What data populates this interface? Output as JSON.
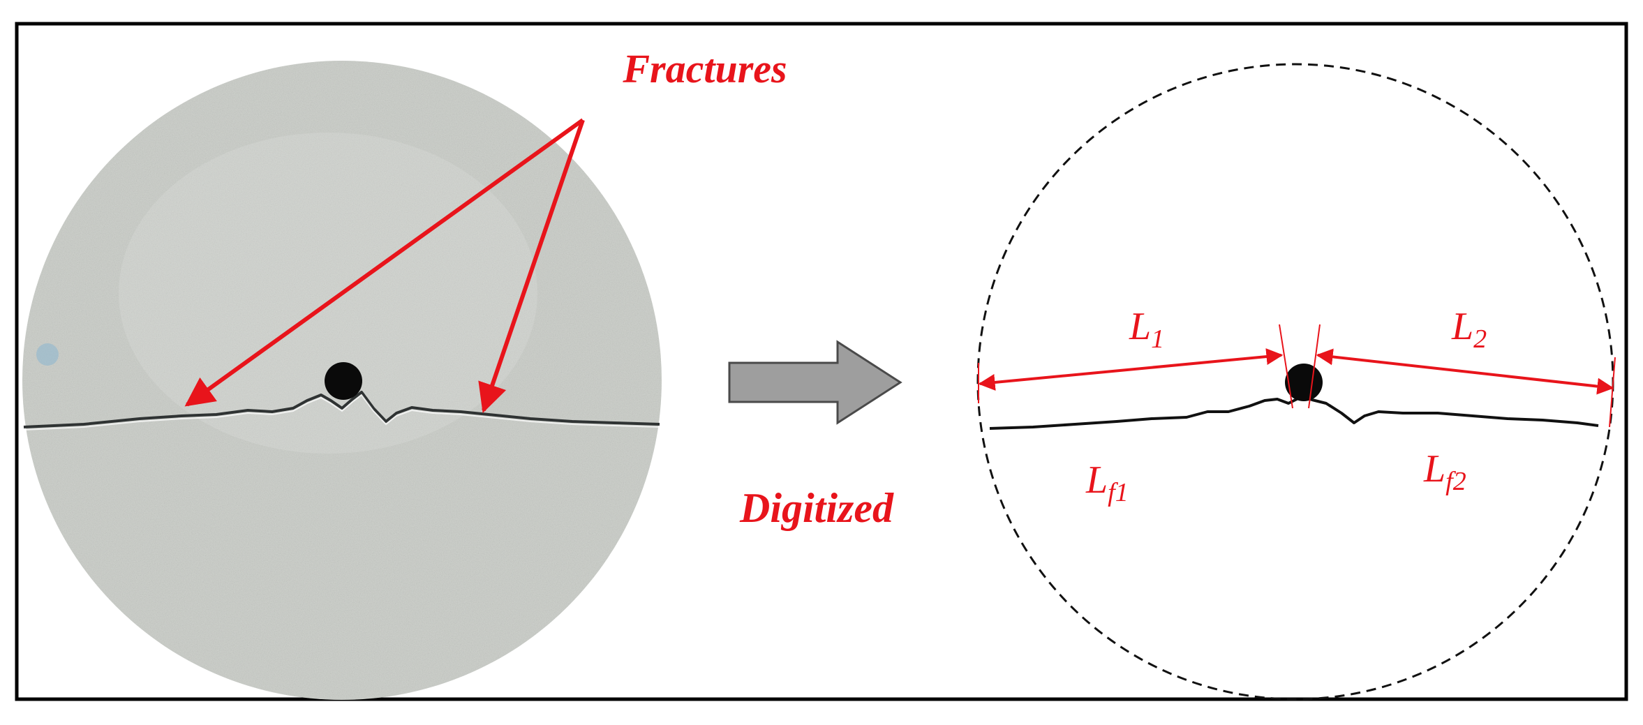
{
  "labels": {
    "fractures": "Fractures",
    "digitized": "Digitized",
    "l1": {
      "main": "L",
      "sub": "1"
    },
    "l2": {
      "main": "L",
      "sub": "2"
    },
    "lf1": {
      "main": "L",
      "sub": "f1"
    },
    "lf2": {
      "main": "L",
      "sub": "f2"
    }
  },
  "colors": {
    "annotation": "#e8141b",
    "frame": "#000000",
    "specimen": "#cfd2cd",
    "hole": "#0a0a0a",
    "arrow_fill": "#9e9e9e",
    "arrow_stroke": "#4a4a4a"
  }
}
